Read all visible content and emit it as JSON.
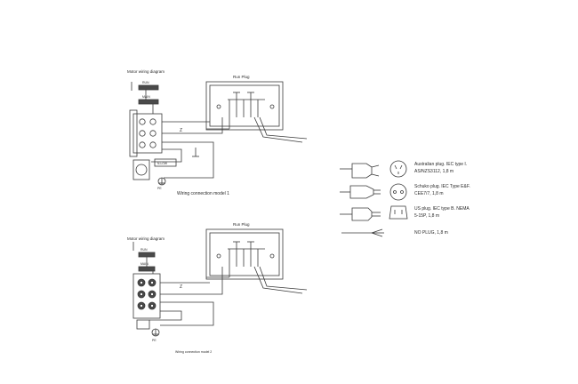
{
  "diagram_1": {
    "motor_label": "Motor wiring diagram",
    "box_label": "Run Plug",
    "run_label": "RUN",
    "main_label": "MAIN",
    "cap_label": "Z",
    "speed_label": "N-LOW",
    "ground_label": "PE",
    "caption": "Wiring connection model 1"
  },
  "diagram_2": {
    "motor_label": "Motor wiring diagram",
    "box_label": "Run Plug",
    "run_label": "RUN",
    "main_label": "MAIN",
    "cap_label": "Z",
    "ground_label": "PE",
    "caption": "Wiring connection model 2"
  },
  "plugs": [
    {
      "icon": "australian-plug-icon",
      "line1": "Australian plug. IEC type I.",
      "line2": "AS/NZS3112, 1,8 m"
    },
    {
      "icon": "schuko-plug-icon",
      "line1": "Schuko plug. IEC Type E&F.",
      "line2": "CEE7/7, 1,8 m"
    },
    {
      "icon": "us-plug-icon",
      "line1": "US plug. IEC type B. NEMA",
      "line2": "5-15P, 1,8 m"
    },
    {
      "icon": "no-plug-icon",
      "line1": "NO PLUG, 1,8 m",
      "line2": ""
    }
  ],
  "colors": {
    "line": "#3a3a3a",
    "text": "#2a2a2a",
    "fill_dark": "#4a4a4a"
  }
}
